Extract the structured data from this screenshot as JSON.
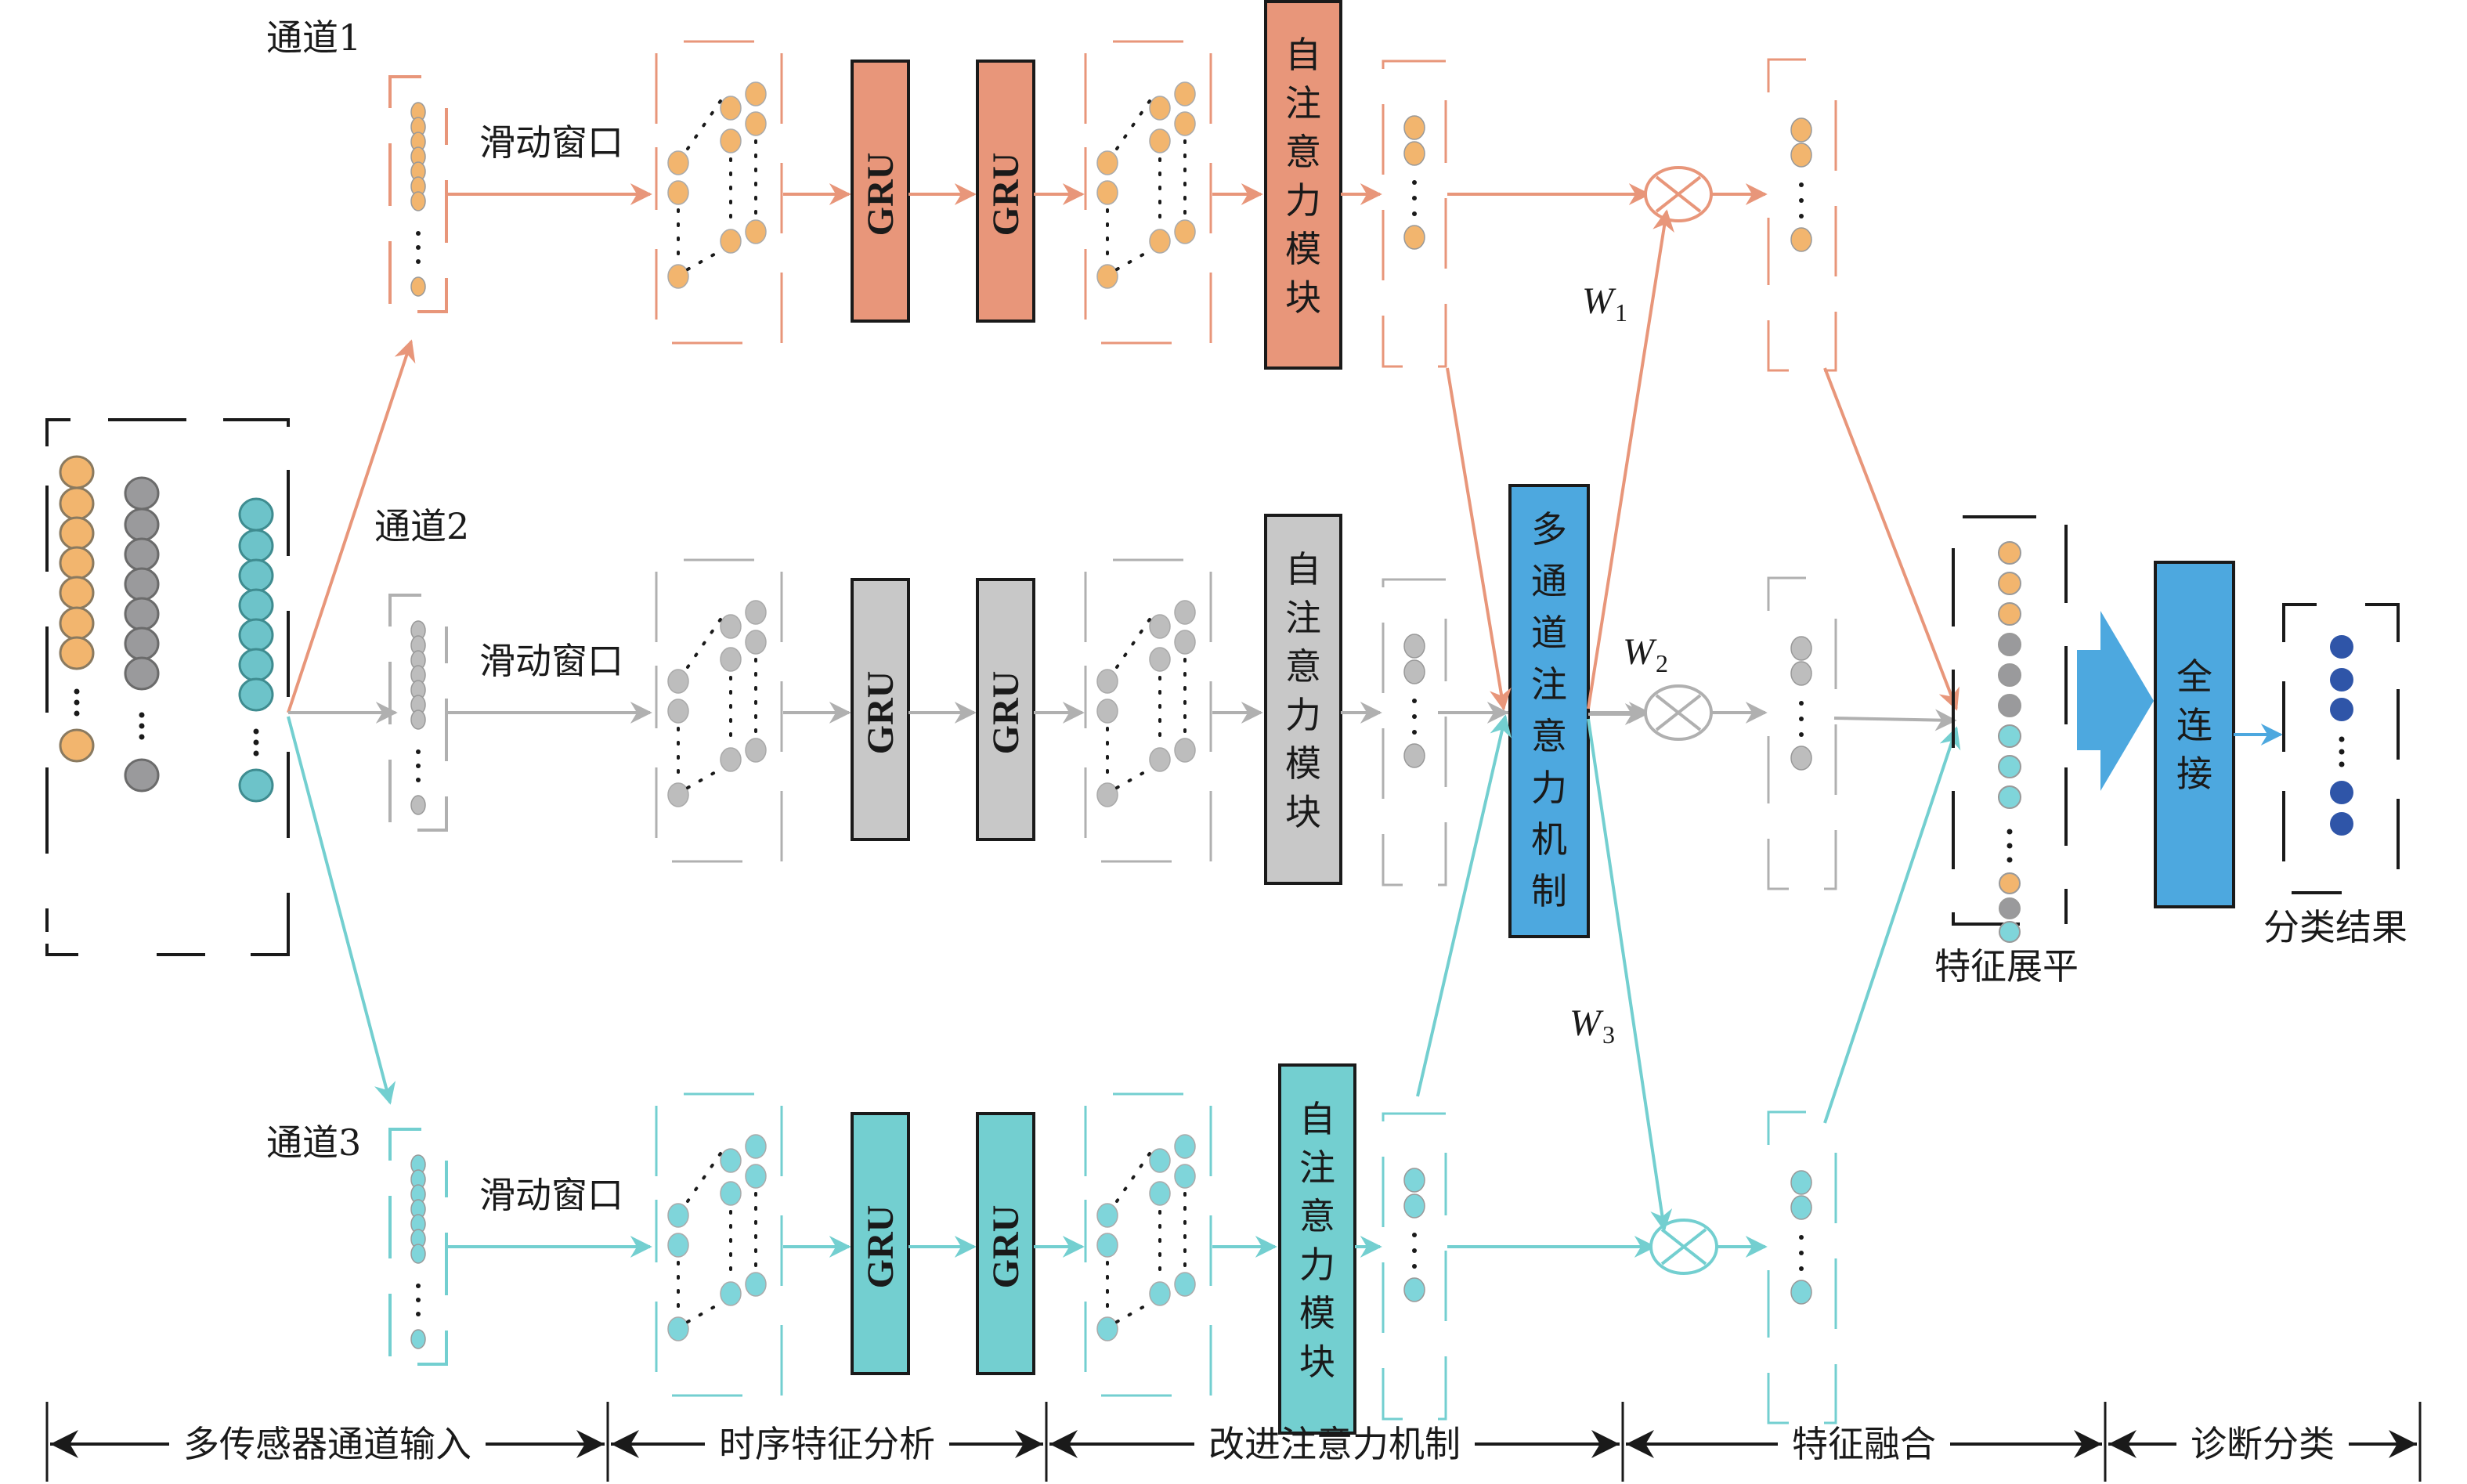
{
  "colors": {
    "channel1": "#E8967A",
    "channel1_node": "#F2B56E",
    "channel2": "#B0B0B0",
    "channel2_box": "#C8C8C8",
    "channel2_node": "#BDBDBD",
    "channel3": "#73CFD0",
    "channel3_node": "#7FD5DA",
    "attention": "#4DA8DF",
    "input_gray_node": "#9A9A9C",
    "input_teal_node": "#6DC3C9",
    "output_node": "#2F55A8",
    "ink": "#1a1a1a"
  },
  "channels": [
    {
      "label": "通道1",
      "sliding_window": "滑动窗口",
      "gru1": "GRU",
      "gru2": "GRU",
      "self_attention": [
        "自",
        "注",
        "意",
        "力",
        "模",
        "块"
      ],
      "weight": "W",
      "weight_sub": "1"
    },
    {
      "label": "通道2",
      "sliding_window": "滑动窗口",
      "gru1": "GRU",
      "gru2": "GRU",
      "self_attention": [
        "自",
        "注",
        "意",
        "力",
        "模",
        "块"
      ],
      "weight": "W",
      "weight_sub": "2"
    },
    {
      "label": "通道3",
      "sliding_window": "滑动窗口",
      "gru1": "GRU",
      "gru2": "GRU",
      "self_attention": [
        "自",
        "注",
        "意",
        "力",
        "模",
        "块"
      ],
      "weight": "W",
      "weight_sub": "3"
    }
  ],
  "multi_channel_attention": [
    "多",
    "通",
    "道",
    "注",
    "意",
    "力",
    "机",
    "制"
  ],
  "fully_connected": [
    "全",
    "连",
    "接"
  ],
  "feature_flatten_label": "特征展平",
  "classification_result_label": "分类结果",
  "stages": [
    "多传感器通道输入",
    "时序特征分析",
    "改进注意力机制",
    "特征融合",
    "诊断分类"
  ]
}
